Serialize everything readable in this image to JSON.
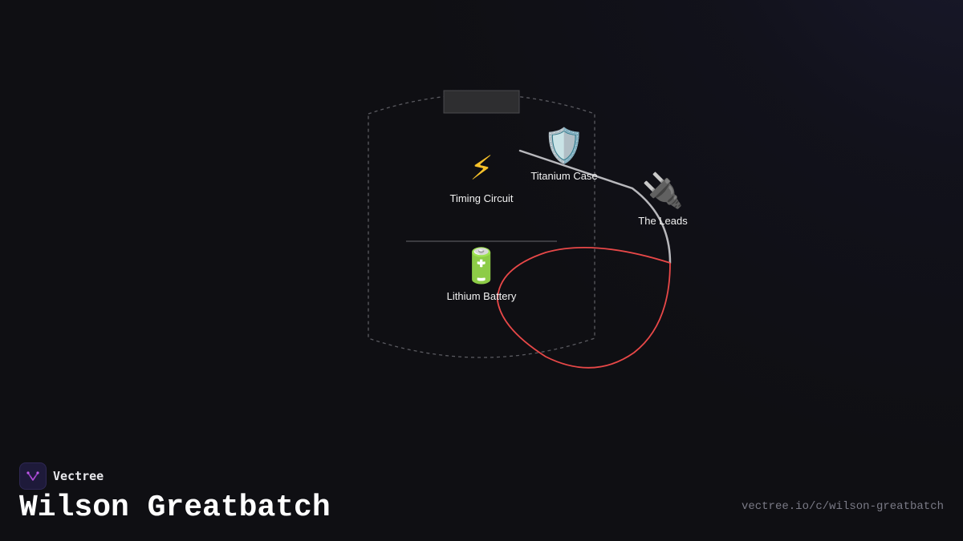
{
  "nodes": {
    "timing_circuit": {
      "icon": "⚡",
      "icon_name": "lightning-icon",
      "label": "Timing Circuit"
    },
    "titanium_case": {
      "icon": "🛡️",
      "icon_name": "shield-icon",
      "label": "Titanium Case"
    },
    "the_leads": {
      "icon": "🔌",
      "icon_name": "plug-icon",
      "label": "The Leads"
    },
    "lithium_battery": {
      "icon": "🔋",
      "icon_name": "battery-icon",
      "label": "Lithium Battery"
    }
  },
  "colors": {
    "background": "#0f0f13",
    "outline": "#5a5a60",
    "lead_wire": "#b8b8bc",
    "lead_loop": "#e84848",
    "header_block": "#2e2e30",
    "brand_accent": "#b04ad8"
  },
  "brand": {
    "name": "Vectree",
    "logo_icon": "vectree-logo-icon"
  },
  "title": "Wilson Greatbatch",
  "url": "vectree.io/c/wilson-greatbatch"
}
